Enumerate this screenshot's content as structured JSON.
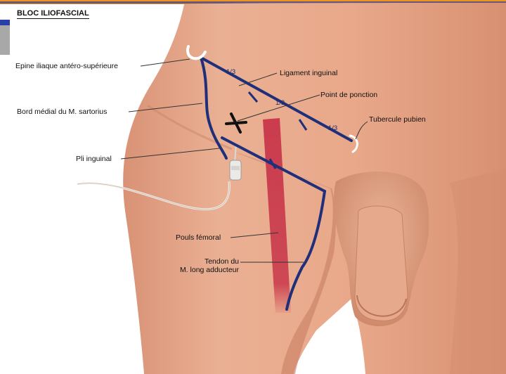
{
  "figure": {
    "title": "BLOC ILIOFASCIAL",
    "labels": {
      "epine": "Epine iliaque antéro-supérieure",
      "ligament": "Ligament inguinal",
      "point": "Point de ponction",
      "bord": "Bord médial du M. sartorius",
      "tubercule": "Tubercule pubien",
      "pli": "Pli inguinal",
      "pouls": "Pouls fémoral",
      "tendon_line1": "Tendon du",
      "tendon_line2": "M. long adducteur"
    },
    "segments": [
      "1/3",
      "1/3",
      "1/3"
    ]
  },
  "colors": {
    "skin": "#e8a889",
    "skin_shadow": "#cf8a6c",
    "landmark_line": "#1f2f7a",
    "artery": "#c8364a",
    "slide_orange": "#f0931c",
    "slide_blue": "#2a3fa8",
    "slide_gray": "#a8a8a8"
  },
  "icons": [
    "needle-icon",
    "catheter-icon",
    "puncture-cross-icon"
  ]
}
